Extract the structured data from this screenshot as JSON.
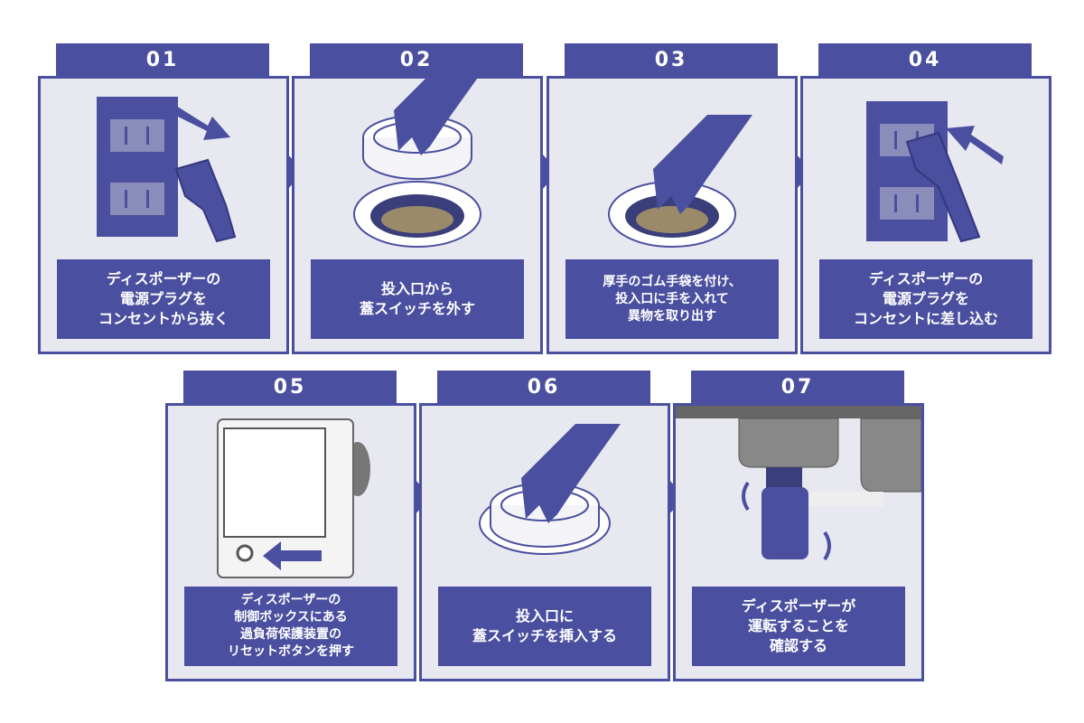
{
  "steps": [
    {
      "number": "01",
      "caption": "ディスポーザーの\n電源プラグを\nコンセントから抜く"
    },
    {
      "number": "02",
      "caption": "投入口から\n蓋スイッチを外す"
    },
    {
      "number": "03",
      "caption": "厚手のゴム手袋を付け、\n投入口に手を入れて\n異物を取り出す"
    },
    {
      "number": "04",
      "caption": "ディスポーザーの\n電源プラグを\nコンセントに差し込む"
    },
    {
      "number": "05",
      "caption": "ディスポーザーの\n制御ボックスにある\n過負荷保護装置の\nリセットボタンを押す"
    },
    {
      "number": "06",
      "caption": "投入口に\n蓋スイッチを挿入する"
    },
    {
      "number": "07",
      "caption": "ディスポーザーが\n運転することを\n確認する"
    }
  ],
  "colors": {
    "primary": "#4a4f9f",
    "panel": "#e8e8f1"
  }
}
